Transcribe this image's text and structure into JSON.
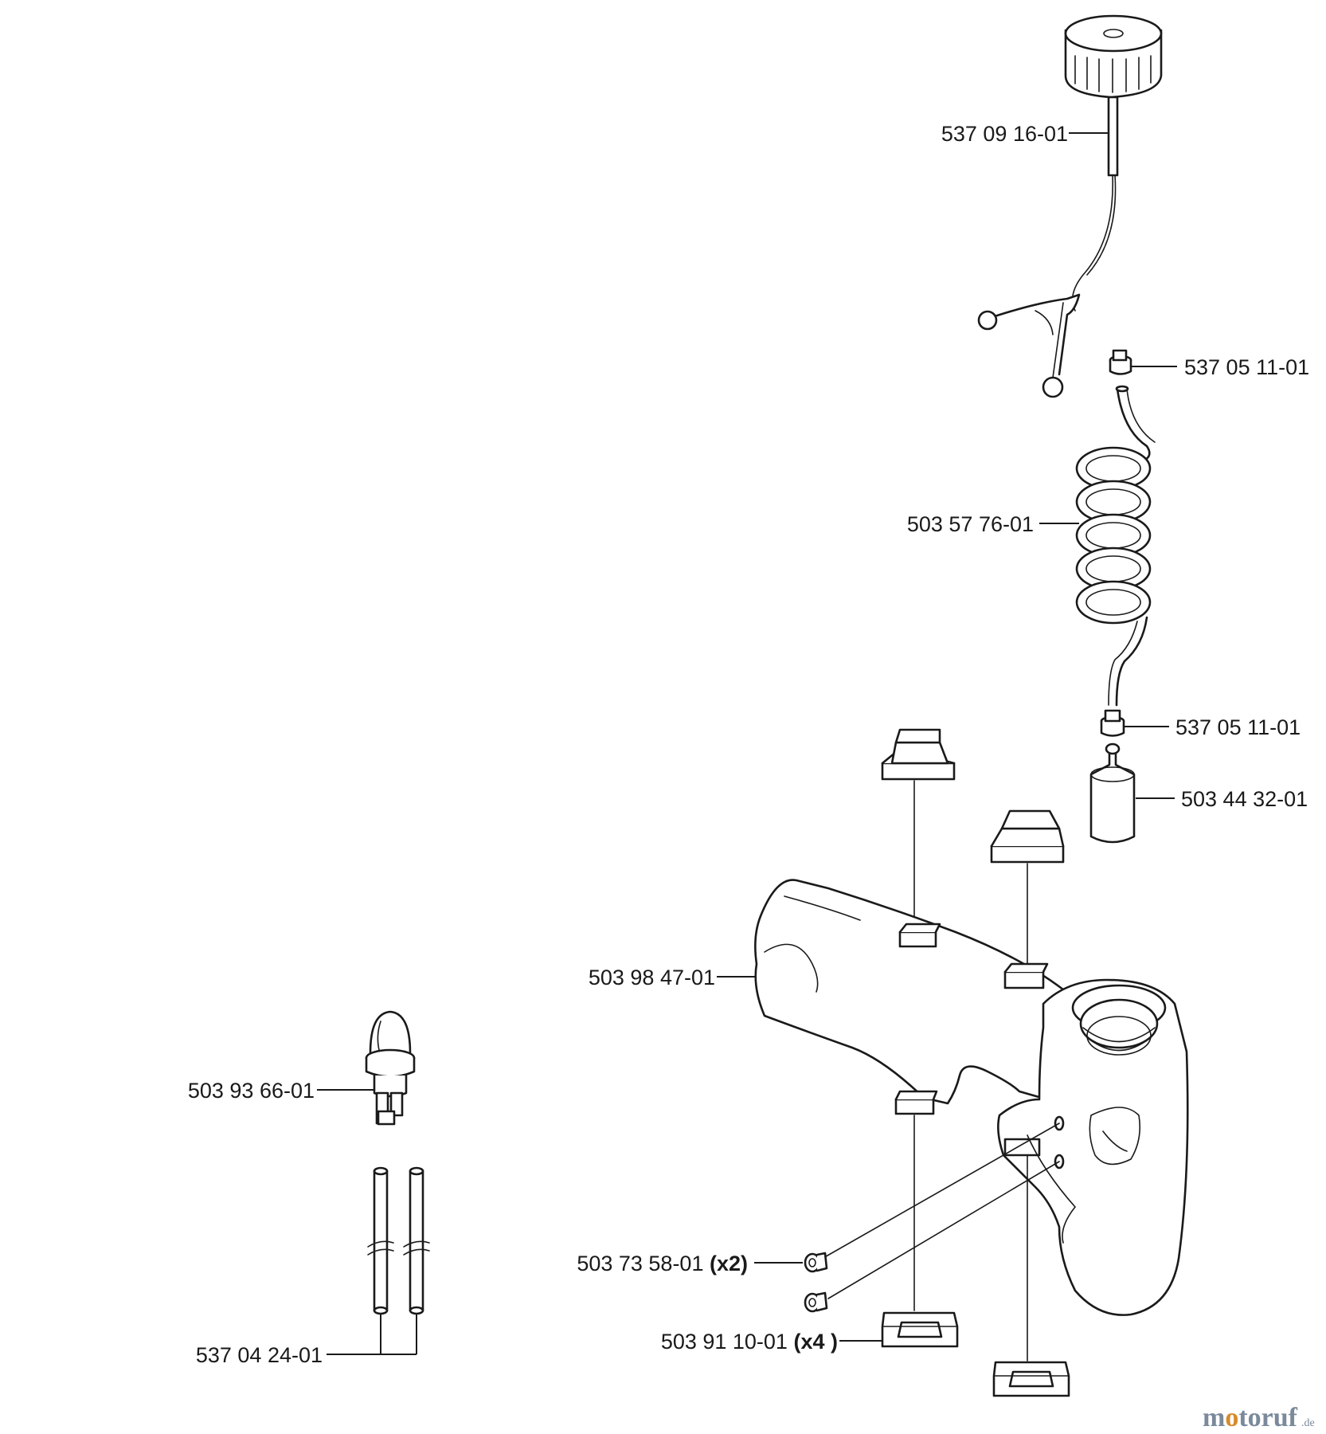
{
  "parts": [
    {
      "id": "fuel-cap",
      "number": "537 09 16-01",
      "qty": ""
    },
    {
      "id": "hose-nut-top",
      "number": "537 05 11-01",
      "qty": ""
    },
    {
      "id": "fuel-hose",
      "number": "503 57 76-01",
      "qty": ""
    },
    {
      "id": "hose-nut-bottom",
      "number": "537 05 11-01",
      "qty": ""
    },
    {
      "id": "fuel-filter",
      "number": "503 44 32-01",
      "qty": ""
    },
    {
      "id": "fuel-tank",
      "number": "503 98 47-01",
      "qty": ""
    },
    {
      "id": "primer-bulb",
      "number": "503 93 66-01",
      "qty": ""
    },
    {
      "id": "grommet",
      "number": "503 73 58-01",
      "qty": "(x2)"
    },
    {
      "id": "rubber-mount",
      "number": "503 91 10-01",
      "qty": "(x4 )"
    },
    {
      "id": "fuel-lines",
      "number": "537 04 24-01",
      "qty": ""
    }
  ],
  "watermark": {
    "brand_a": "m",
    "brand_o": "o",
    "brand_b": "toruf",
    "tld": ".de"
  }
}
